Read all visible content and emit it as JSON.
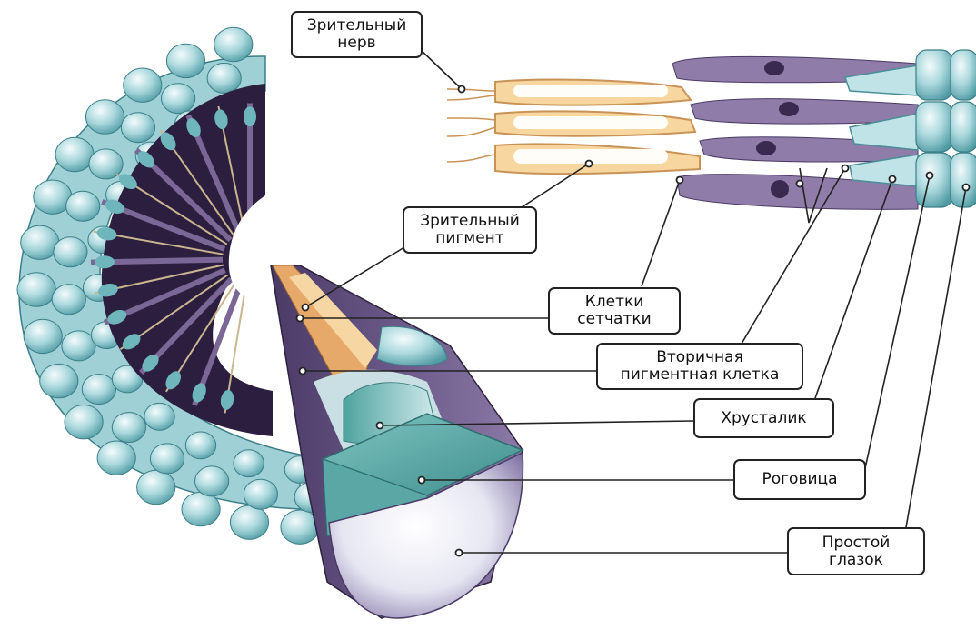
{
  "labels": {
    "optic_nerve": {
      "line1": "Зрительный",
      "line2": "нерв"
    },
    "visual_pigment": {
      "line1": "Зрительный",
      "line2": "пигмент"
    },
    "retina_cells": {
      "line1": "Клетки",
      "line2": "сетчатки"
    },
    "secondary_pigment_cell": {
      "line1": "Вторичная",
      "line2": "пигментная клетка"
    },
    "crystalline_cone": {
      "line1": "Хрусталик"
    },
    "cornea": {
      "line1": "Роговица"
    },
    "ommatidium": {
      "line1": "Простой",
      "line2": "глазок"
    }
  },
  "colors": {
    "facet_light": "#e8f6f8",
    "facet_mid": "#a9d8dd",
    "facet_dark": "#5fa9b1",
    "pigment_cell": "#8c7aa6",
    "pigment_dark": "#3b2a4f",
    "rhabdom": "#f6c98a",
    "cone_teal": "#5fb5b3",
    "leader_line": "#222222"
  }
}
